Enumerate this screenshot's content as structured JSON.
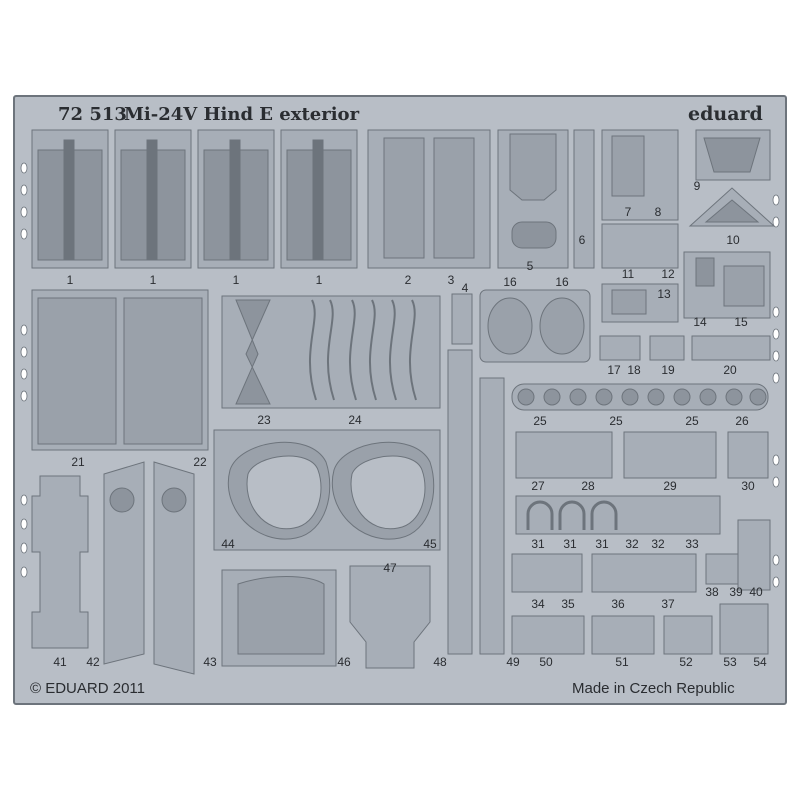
{
  "header": {
    "set_number": "72 513",
    "set_title": "Mi-24V Hind E exterior",
    "brand": "eduard"
  },
  "footer": {
    "copyright": "© EDUARD 2011",
    "origin": "Made in Czech Republic"
  },
  "part_numbers": {
    "p1a": "1",
    "p1b": "1",
    "p1c": "1",
    "p1d": "1",
    "p2": "2",
    "p3": "3",
    "p4": "4",
    "p5": "5",
    "p6": "6",
    "p7": "7",
    "p8": "8",
    "p9": "9",
    "p10": "10",
    "p11": "11",
    "p12": "12",
    "p13": "13",
    "p14": "14",
    "p15": "15",
    "p16a": "16",
    "p16b": "16",
    "p17": "17",
    "p18": "18",
    "p19": "19",
    "p20": "20",
    "p21": "21",
    "p22": "22",
    "p23": "23",
    "p24": "24",
    "p25a": "25",
    "p25b": "25",
    "p25c": "25",
    "p26": "26",
    "p27": "27",
    "p28": "28",
    "p29": "29",
    "p30": "30",
    "p31a": "31",
    "p31b": "31",
    "p31c": "31",
    "p32a": "32",
    "p32b": "32",
    "p33": "33",
    "p34": "34",
    "p35": "35",
    "p36": "36",
    "p37": "37",
    "p38": "38",
    "p39": "39",
    "p40": "40",
    "p41": "41",
    "p42": "42",
    "p43": "43",
    "p44": "44",
    "p45": "45",
    "p46": "46",
    "p47": "47",
    "p48": "48",
    "p49": "49",
    "p50": "50",
    "p51": "51",
    "p52": "52",
    "p53": "53",
    "p54": "54"
  },
  "colors": {
    "background": "#ffffff",
    "fret": "#b8bec6",
    "fret_edge": "#6d747c",
    "part": "#a7aeb7",
    "part_dark": "#8d949d",
    "text": "#2a2d31"
  }
}
